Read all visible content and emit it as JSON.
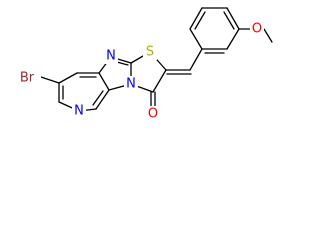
{
  "diagram": {
    "type": "chemical-structure",
    "atoms": {
      "br": "Br",
      "n_imidazole": "N",
      "n_bridge": "N",
      "n_pyridine": "N",
      "s": "S",
      "o_carbonyl": "O",
      "o_methoxy": "O"
    },
    "colors": {
      "bond": "#000000",
      "nitrogen": "#0000ff",
      "sulfur": "#b3b300",
      "oxygen": "#ff0000",
      "bromine": "#a52a2a"
    }
  }
}
